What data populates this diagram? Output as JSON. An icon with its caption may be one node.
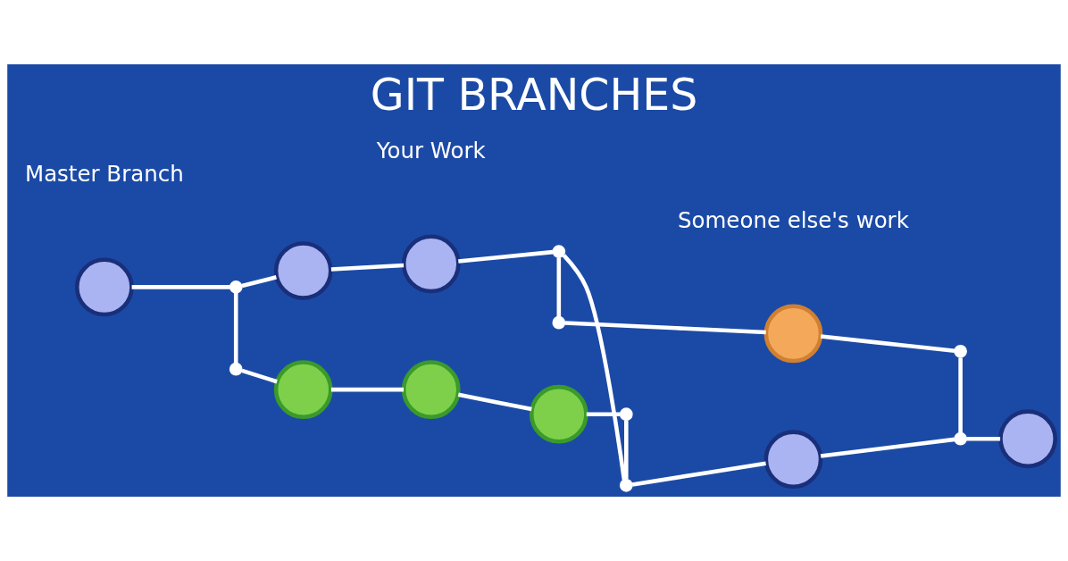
{
  "diagram": {
    "title": "GIT BRANCHES",
    "nodes": [
      {
        "text": [],
        "shape": "circle"
      },
      {
        "text": [],
        "shape": "dot"
      },
      {
        "text": [],
        "shape": "dot"
      },
      {
        "text": [],
        "shape": "circle"
      },
      {
        "text": [],
        "shape": "circle"
      },
      {
        "text": [],
        "shape": "circle"
      },
      {
        "text": [],
        "shape": "dot"
      },
      {
        "text": [],
        "shape": "circle"
      },
      {
        "text": [],
        "shape": "circle"
      },
      {
        "text": [],
        "shape": "dot"
      },
      {
        "text": [],
        "shape": "dot"
      },
      {
        "text": [],
        "shape": "dot"
      },
      {
        "text": [],
        "shape": "circle"
      },
      {
        "text": [],
        "shape": "circle"
      },
      {
        "text": [],
        "shape": "dot"
      },
      {
        "text": [],
        "shape": "dot"
      },
      {
        "text": [],
        "shape": "circle"
      }
    ],
    "edges": [
      {
        "from": 0,
        "to": 1,
        "arrow": "none"
      },
      {
        "from": 1,
        "to": 7,
        "arrow": "none"
      },
      {
        "from": 7,
        "to": 8,
        "arrow": "none"
      },
      {
        "from": 8,
        "to": 9,
        "arrow": "none"
      },
      {
        "from": 9,
        "to": 10,
        "arrow": "none"
      },
      {
        "from": 10,
        "to": 13,
        "arrow": "none"
      },
      {
        "from": 13,
        "to": 14,
        "arrow": "none"
      },
      {
        "from": 14,
        "to": 16,
        "arrow": "none"
      },
      {
        "from": 1,
        "to": 2,
        "arrow": "none"
      },
      {
        "from": 2,
        "to": 3,
        "arrow": "none"
      },
      {
        "from": 3,
        "to": 4,
        "arrow": "none"
      },
      {
        "from": 4,
        "to": 5,
        "arrow": "none"
      },
      {
        "from": 5,
        "to": 6,
        "arrow": "none"
      },
      {
        "from": 6,
        "to": 10,
        "arrow": "none"
      },
      {
        "from": 9,
        "to": 11,
        "arrow": "none"
      },
      {
        "from": 11,
        "to": 12,
        "arrow": "none"
      },
      {
        "from": 12,
        "to": 15,
        "arrow": "none"
      },
      {
        "from": 15,
        "to": 14,
        "arrow": "none"
      }
    ],
    "labels": [
      "Your Work",
      "Master Branch",
      "Someone else's work"
    ]
  }
}
